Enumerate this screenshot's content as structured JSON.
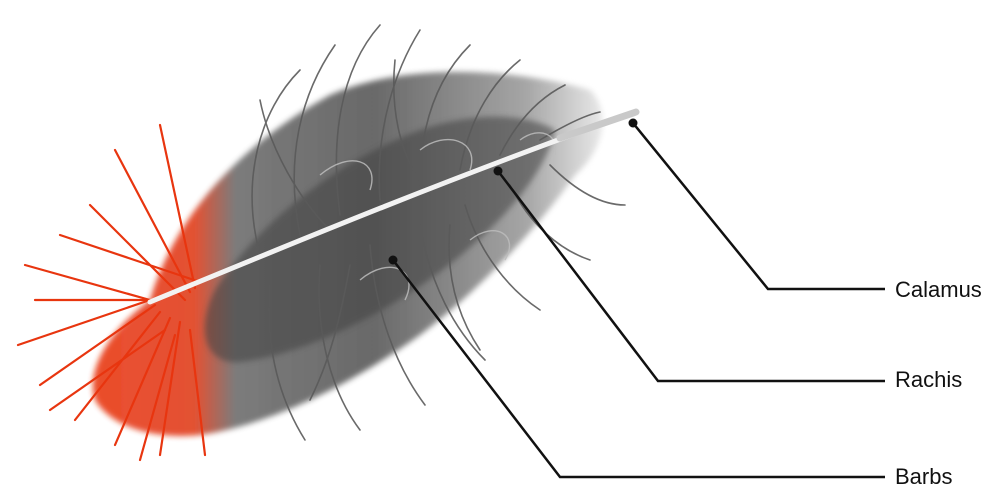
{
  "labels": {
    "calamus": "Calamus",
    "rachis": "Rachis",
    "barbs": "Barbs"
  },
  "colors": {
    "background": "#ffffff",
    "vane_red": "#e8350f",
    "vane_dark": "#4a4a4a",
    "vane_mid": "#8a8a8a",
    "shaft": "#f2f2f2",
    "leader_line": "#111111"
  }
}
